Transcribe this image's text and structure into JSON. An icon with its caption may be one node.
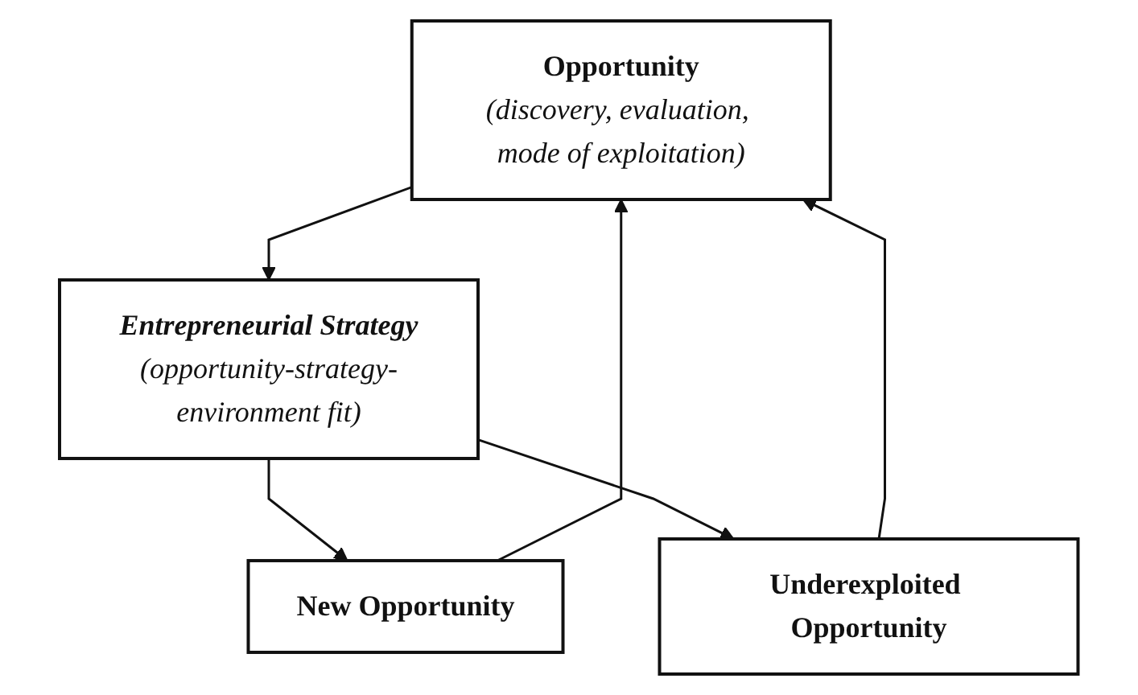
{
  "diagram": {
    "nodes": [
      {
        "text": [
          "Opportunity",
          "(discovery, evaluation, mode of exploitation)"
        ]
      },
      {
        "text": [
          "Entrepreneurial Strategy",
          "(opportunity-strategy-environment fit)"
        ]
      },
      {
        "text": [
          "New Opportunity"
        ]
      },
      {
        "text": [
          "Underexploited Opportunity"
        ]
      }
    ],
    "edges": [
      {
        "from": 0,
        "to": 1,
        "arrow": "to"
      },
      {
        "from": 1,
        "to": 2,
        "arrow": "to"
      },
      {
        "from": 1,
        "to": 3,
        "arrow": "to"
      },
      {
        "from": 2,
        "to": 0,
        "arrow": "to"
      },
      {
        "from": 3,
        "to": 0,
        "arrow": "to"
      }
    ]
  }
}
